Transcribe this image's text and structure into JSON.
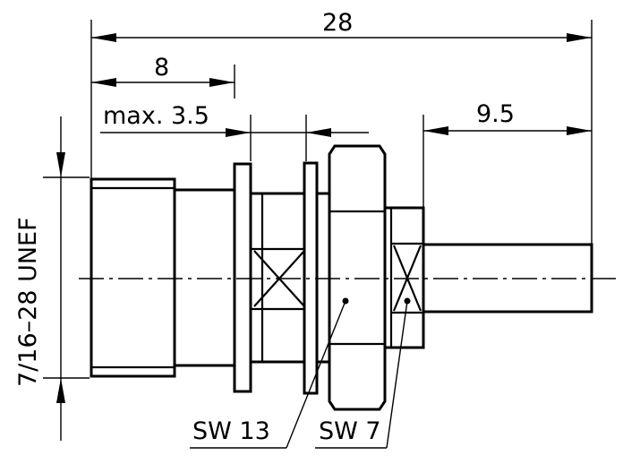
{
  "dimensions": {
    "overall_length": "28",
    "length_8": "8",
    "max_panel": "max. 3.5",
    "cable_length": "9.5",
    "thread": "7/16–28 UNEF"
  },
  "callouts": {
    "wrench_13": "SW 13",
    "wrench_7": "SW 7"
  }
}
